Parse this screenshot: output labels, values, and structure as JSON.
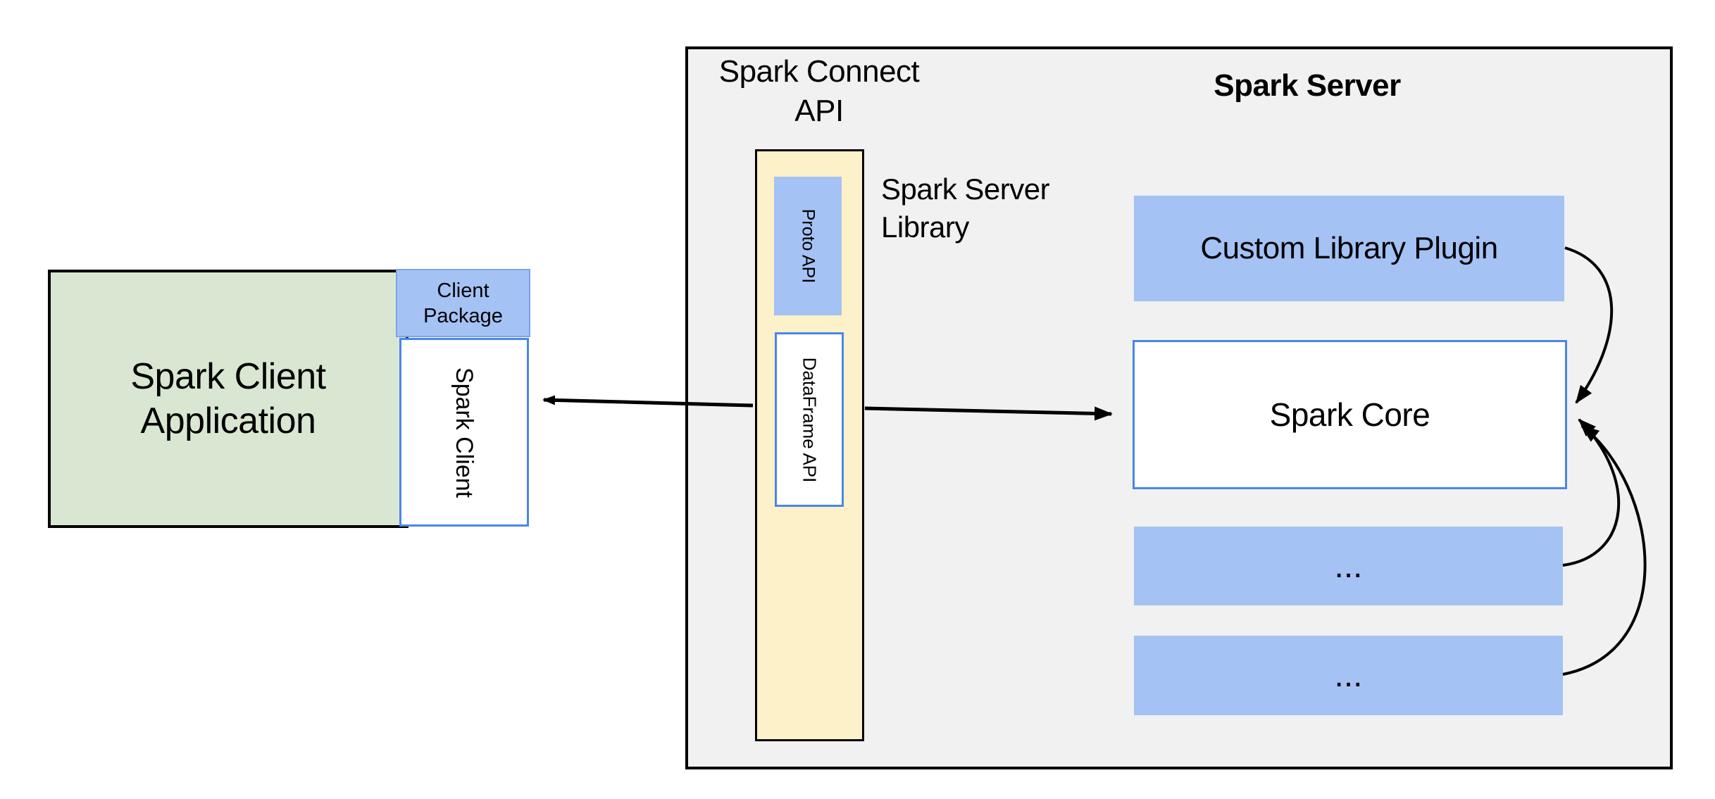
{
  "colors": {
    "background": "#ffffff",
    "green_fill": "#d9e7d2",
    "blue_fill": "#a4c2f4",
    "blue_border": "#4a86e8",
    "package_border": "#7ba3ec",
    "yellow_fill": "#fdf1c9",
    "gray_fill": "#f1f1f2",
    "ink": "#000000"
  },
  "client": {
    "app_label": "Spark Client Application",
    "package_label": "Client Package",
    "client_label": "Spark Client"
  },
  "connect": {
    "api_title": "Spark Connect API",
    "server_library_label": "Spark Server Library",
    "proto_api_label": "Proto API",
    "dataframe_api_label": "DataFrame API"
  },
  "server": {
    "title": "Spark Server",
    "plugin_label": "Custom Library Plugin",
    "core_label": "Spark Core",
    "ellipsis_box_1": "...",
    "ellipsis_box_2": "..."
  }
}
